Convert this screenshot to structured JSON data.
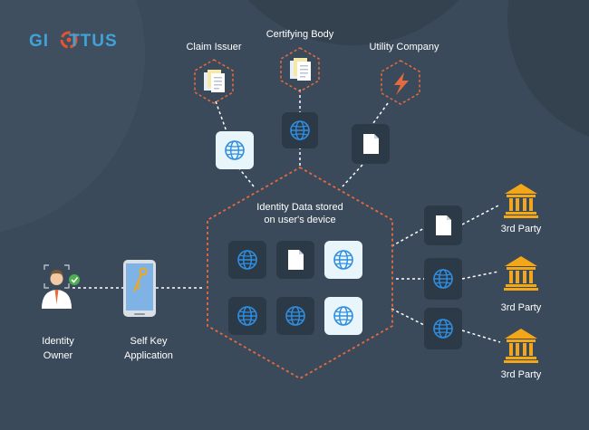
{
  "brand": {
    "name_left": "GI",
    "name_right": "TTUS",
    "color_text": "#3fa3d8",
    "color_mark": "#e5532f"
  },
  "labels": {
    "claim_issuer": "Claim Issuer",
    "certifying_body": "Certifying Body",
    "utility_company": "Utility Company",
    "identity_data_line1": "Identity Data stored",
    "identity_data_line2": "on user's device",
    "identity_owner_line1": "Identity",
    "identity_owner_line2": "Owner",
    "selfkey_line1": "Self Key",
    "selfkey_line2": "Application",
    "third_party_1": "3rd Party",
    "third_party_2": "3rd Party",
    "third_party_3": "3rd Party"
  },
  "colors": {
    "background": "#3b4a5a",
    "tile_dark": "#2c3a48",
    "tile_light": "#e8f6fb",
    "globe": "#2f8ee0",
    "accent_orange": "#e66a3d",
    "bank_gold": "#f2a71b",
    "check_green": "#4caf50"
  },
  "icons": {
    "globe": "globe-icon",
    "document": "document-icon",
    "bank": "bank-icon",
    "lightning": "lightning-icon",
    "key": "key-icon",
    "person": "person-icon"
  }
}
